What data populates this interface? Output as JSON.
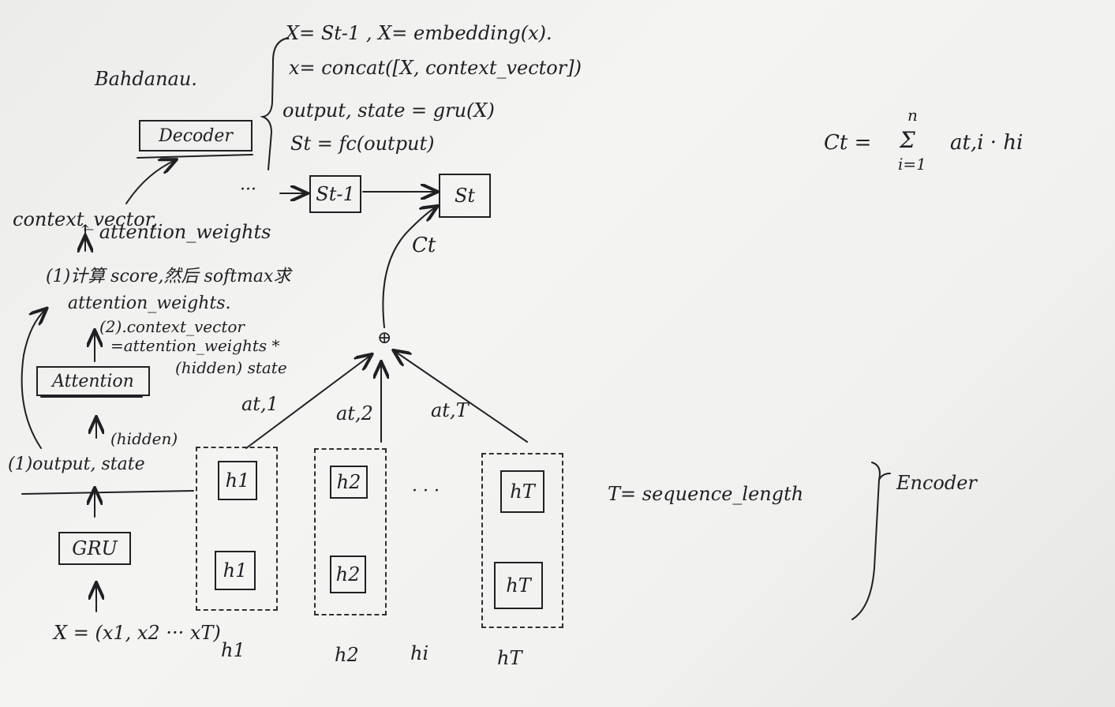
{
  "title": "Bahdanau.",
  "decoder": {
    "label": "Decoder",
    "eq1": "X= St-1 , X= embedding(x).",
    "eq2": "x= concat([X, context_vector])",
    "eq3": "output, state = gru(X)",
    "eq4": "St = fc(output)"
  },
  "states": {
    "dots": "···",
    "prev": "St-1",
    "curr": "St",
    "ct": "Ct"
  },
  "context_formula": {
    "lhs": "Ct =",
    "sigma": "Σ",
    "upper": "n",
    "lower": "i=1",
    "rhs": "at,i · hi"
  },
  "left_notes": {
    "context": "context_vector,",
    "attn_weights": "↑ attention_weights",
    "step1a": "(1)计算 score,然后 softmax求",
    "step1b": "attention_weights.",
    "step2a": "(2).context_vector",
    "step2b": "=attention_weights *",
    "step2c": "(hidden) state",
    "attention": "Attention",
    "hidden": "(hidden)",
    "output_state": "(1)output, state",
    "gru": "GRU",
    "input": "X = (x1, x2 ··· xT)"
  },
  "weights": {
    "a1": "at,1",
    "a2": "at,2",
    "aT": "at,T",
    "plus": "⊕"
  },
  "encoder": {
    "h1_fwd": "h1",
    "h1_bwd": "h1",
    "h2_fwd": "h2",
    "h2_bwd": "h2",
    "hT_fwd": "hT",
    "hT_bwd": "hT",
    "dots": "· · ·",
    "labels": [
      "h1",
      "h2",
      "hi",
      "hT"
    ],
    "seq_note": "T= sequence_length",
    "label": "Encoder"
  }
}
